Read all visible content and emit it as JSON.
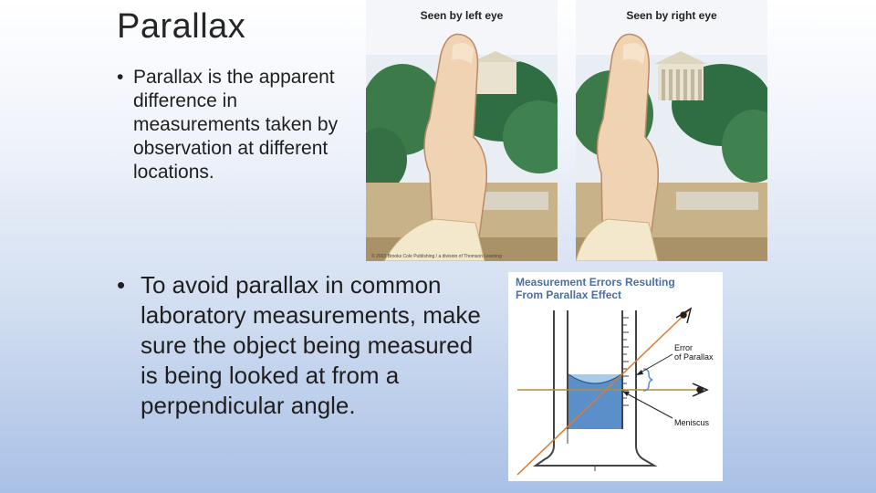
{
  "slide": {
    "title": "Parallax",
    "bullets": [
      "Parallax is the apparent difference in measurements taken by observation at different locations.",
      "To avoid parallax in common laboratory measurements, make sure the object being measured is being looked at from a perpendicular angle."
    ],
    "bullet_glyph": "•"
  },
  "photos": {
    "left_caption": "Seen by left eye",
    "right_caption": "Seen by right eye",
    "copyright": "© 2003 Brooks Cole Publishing / a division of Thomson Learning"
  },
  "diagram": {
    "title_line1": "Measurement Errors Resulting",
    "title_line2": "From Parallax Effect",
    "label_error_line1": "Error",
    "label_error_line2": "of Parallax",
    "label_meniscus": "Meniscus"
  },
  "colors": {
    "diagram_title": "#4a6fa5",
    "liquid": "#5b8fc9",
    "sightline_diag": "#e07a2e",
    "sightline_level": "#b58a3a"
  }
}
